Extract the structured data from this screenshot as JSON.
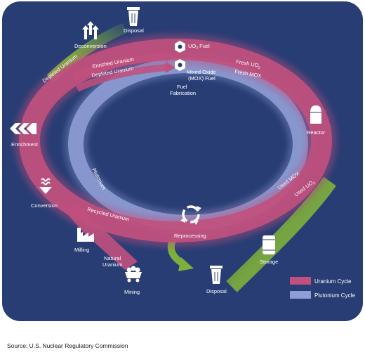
{
  "colors": {
    "background": "#283d74",
    "uranium": "#c0507e",
    "plutonium": "#8f9fd6",
    "waste": "#7daf3c",
    "icon": "#ffffff"
  },
  "stages": {
    "disposal_top": "Disposal",
    "deconversion": "Deconversion",
    "uo2_fuel_prefix": "UO",
    "uo2_fuel_sub": "2",
    "uo2_fuel_suffix": " Fuel",
    "mox_line1": "Mixed Oxide",
    "mox_line2": "(MOX) Fuel",
    "fuel_fab_line1": "Fuel",
    "fuel_fab_line2": "Fabrication",
    "reactor": "Reactor",
    "enrichment": "Enrichment",
    "conversion": "Conversion",
    "milling": "Milling",
    "mining": "Mining",
    "reprocessing": "Reprocessing",
    "storage": "Storage",
    "disposal_bottom": "Disposal"
  },
  "flows": {
    "depleted_uranium_outer": "Depleted Uranium",
    "enriched_uranium": "Enriched Uranium",
    "depleted_uranium_inner": "Depleted Uranium",
    "fresh_uo2_prefix": "Fresh UO",
    "fresh_uo2_sub": "2",
    "fresh_mox": "Fresh MOX",
    "plutonium": "Plutonium",
    "used_mox": "Used MOX",
    "used_uo2_prefix": "Used UO",
    "used_uo2_sub": "2",
    "recycled_uranium": "Recycled Uranium",
    "natural_uranium_line1": "Natural",
    "natural_uranium_line2": "Uranium"
  },
  "legend": {
    "uranium": "Uranium Cycle",
    "plutonium": "Plutonium Cycle"
  },
  "source": "Source: U.S. Nuclear Regulatory Commission"
}
